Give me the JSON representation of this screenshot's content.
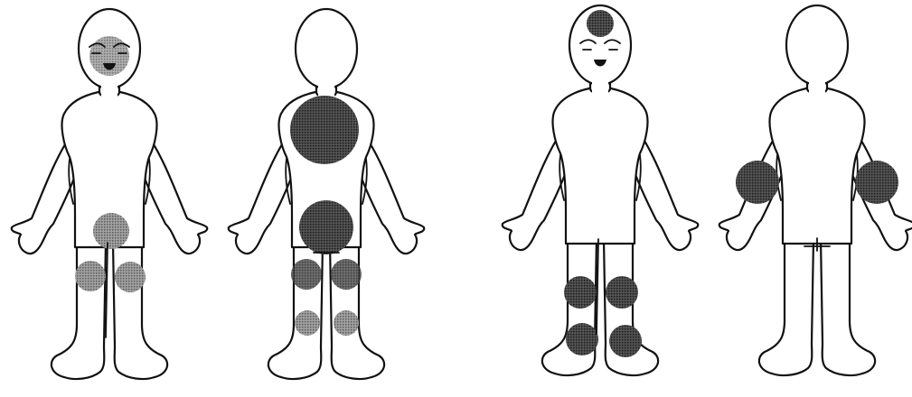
{
  "diagram": {
    "figures": [
      {
        "id": "figure-1",
        "view": "front",
        "face": true,
        "spot_color": "#7a7a7a",
        "spots": [
          "face",
          "lower-abdomen",
          "left-thigh",
          "right-thigh"
        ]
      },
      {
        "id": "figure-2",
        "view": "front",
        "face": false,
        "spot_color": "#3f3f3f",
        "spots": [
          "chest",
          "groin",
          "left-thigh",
          "right-thigh",
          "left-shin",
          "right-shin"
        ]
      },
      {
        "id": "figure-3",
        "view": "front",
        "face": true,
        "spot_color": "#333333",
        "spots": [
          "forehead",
          "left-knee",
          "right-knee",
          "left-ankle",
          "right-ankle"
        ]
      },
      {
        "id": "figure-4",
        "view": "back",
        "face": false,
        "spot_color": "#333333",
        "spots": [
          "left-elbow",
          "right-elbow"
        ]
      }
    ]
  }
}
